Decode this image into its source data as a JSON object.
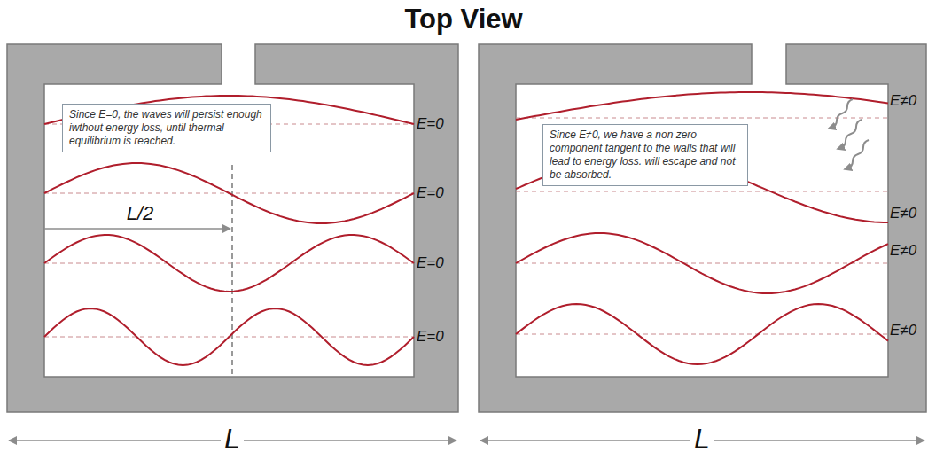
{
  "diagram": {
    "title": "Top View",
    "nodes": [
      {
        "text": [
          "Since E=0, the waves will persist enough iwthout energy loss, until thermal equilibrium is reached."
        ]
      },
      {
        "text": [
          "Since E≠0, we have a non zero component tangent to the walls that will lead to energy loss. will escape and not be absorbed."
        ]
      }
    ],
    "labels": [
      "E=0",
      "E=0",
      "E=0",
      "E=0",
      "L/2",
      "L",
      "E≠0",
      "E≠0",
      "E≠0",
      "E≠0",
      "L"
    ]
  }
}
